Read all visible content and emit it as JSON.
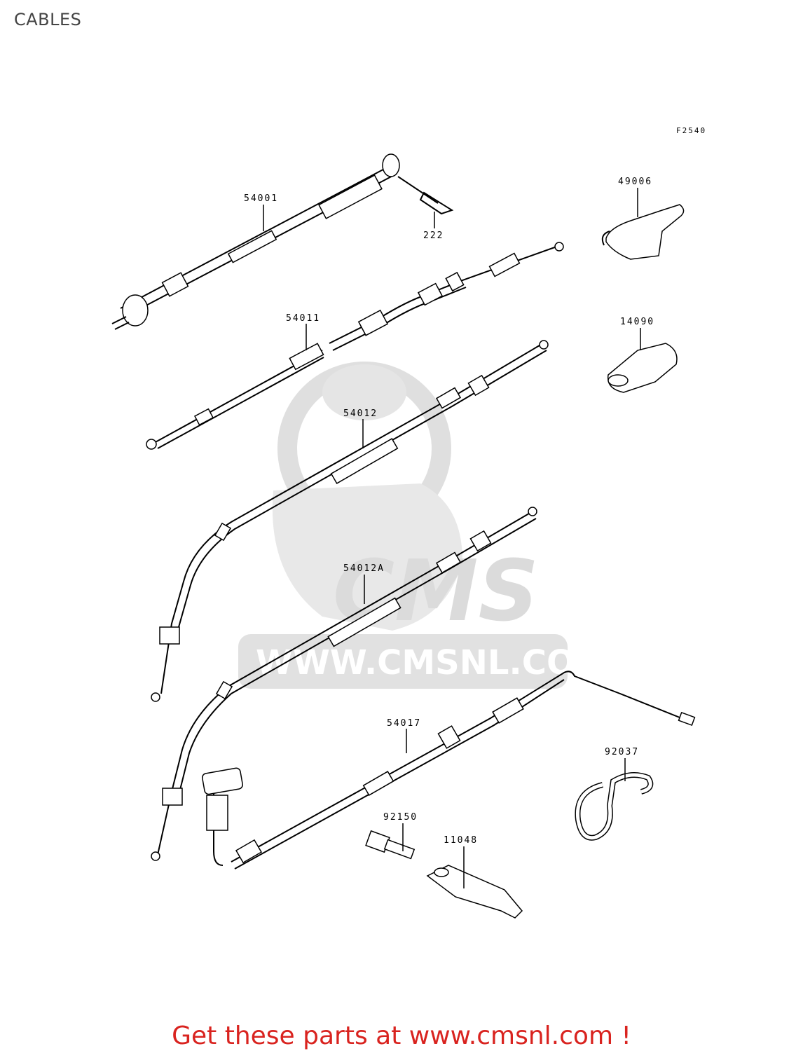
{
  "page": {
    "title": "CABLES",
    "footer": "Get these parts at www.cmsnl.com !"
  },
  "diagram": {
    "figure_code": "F2540",
    "watermark": {
      "logo": "CMS",
      "url": "WWW.CMSNL.COM"
    },
    "parts": [
      {
        "id": "p54001",
        "number": "54001"
      },
      {
        "id": "p222",
        "number": "222"
      },
      {
        "id": "p49006",
        "number": "49006"
      },
      {
        "id": "p54011",
        "number": "54011"
      },
      {
        "id": "p14090",
        "number": "14090"
      },
      {
        "id": "p54012",
        "number": "54012"
      },
      {
        "id": "p54012A",
        "number": "54012A"
      },
      {
        "id": "p54017",
        "number": "54017"
      },
      {
        "id": "p92037",
        "number": "92037"
      },
      {
        "id": "p92150",
        "number": "92150"
      },
      {
        "id": "p11048",
        "number": "11048"
      }
    ]
  }
}
